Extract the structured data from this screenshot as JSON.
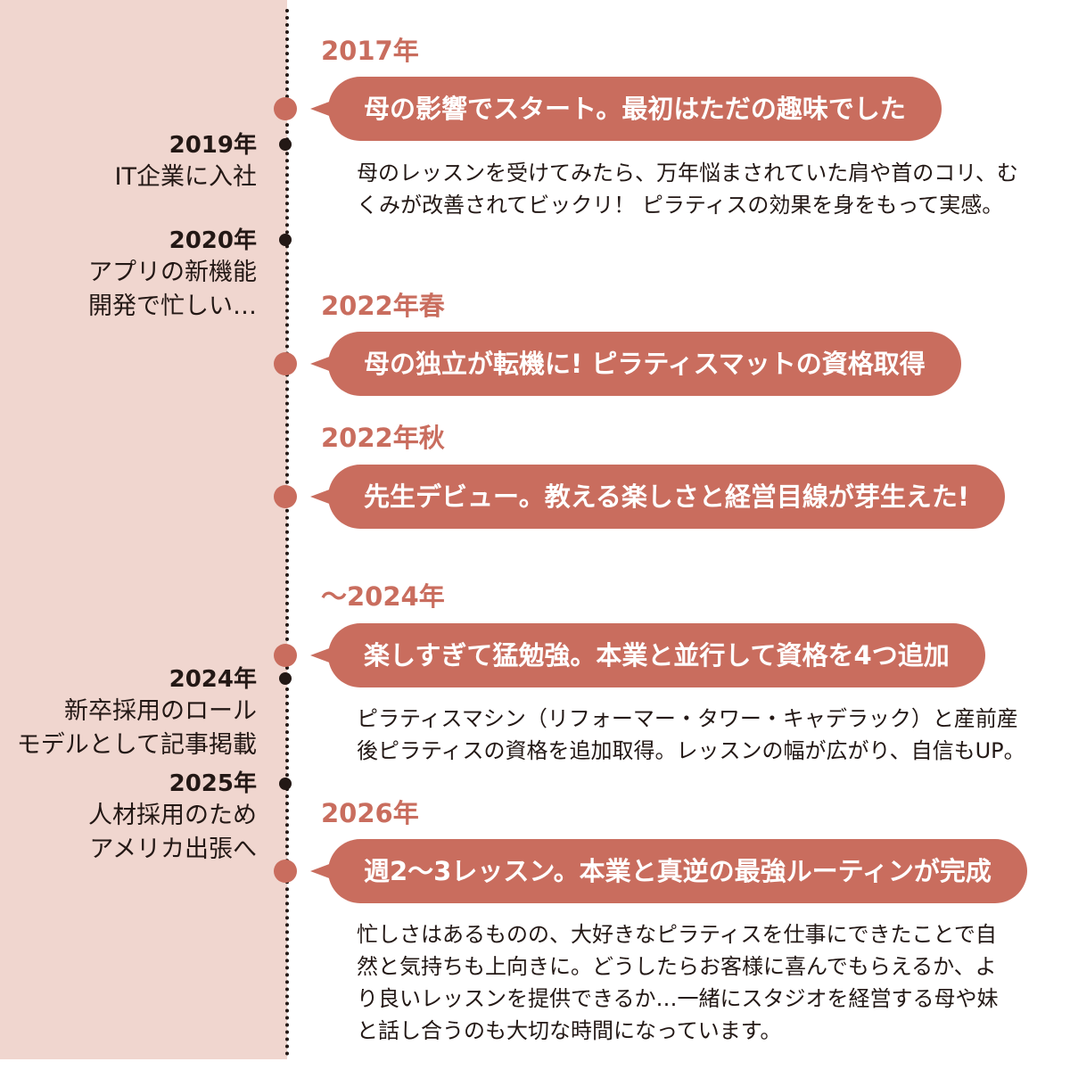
{
  "side_events": [
    {
      "year": "2019年",
      "desc": [
        "IT企業に入社"
      ]
    },
    {
      "year": "2020年",
      "desc": [
        "アプリの新機能",
        "開発で忙しい…"
      ]
    },
    {
      "year": "2024年",
      "desc": [
        "新卒採用のロール",
        "モデルとして記事掲載"
      ]
    },
    {
      "year": "2025年",
      "desc": [
        "人材採用のため",
        "アメリカ出張へ"
      ]
    }
  ],
  "main_events": [
    {
      "year": "2017年",
      "headline": "母の影響でスタート。最初はただの趣味でした",
      "body": [
        "母のレッスンを受けてみたら、万年悩まされていた肩や首のコリ、む",
        "くみが改善されてビックリ！ ピラティスの効果を身をもって実感。"
      ]
    },
    {
      "year": "2022年春",
      "headline": "母の独立が転機に! ピラティスマットの資格取得",
      "body": []
    },
    {
      "year": "2022年秋",
      "headline": "先生デビュー。教える楽しさと経営目線が芽生えた!",
      "body": []
    },
    {
      "year": "～2024年",
      "headline": "楽しすぎて猛勉強。本業と並行して資格を4つ追加",
      "body": [
        "ピラティスマシン（リフォーマー・タワー・キャデラック）と産前産",
        "後ピラティスの資格を追加取得。レッスンの幅が広がり、自信もUP。"
      ]
    },
    {
      "year": "2026年",
      "headline": "週2～3レッスン。本業と真逆の最強ルーティンが完成",
      "body": [
        "忙しさはあるものの、大好きなピラティスを仕事にできたことで自",
        "然と気持ちも上向きに。どうしたらお客様に喜んでもらえるか、よ",
        "り良いレッスンを提供できるか…一緒にスタジオを経営する母や妹",
        "と話し合うのも大切な時間になっています。"
      ]
    }
  ],
  "colors": {
    "accent": "#c96d5e",
    "panel": "#f0d6cf",
    "text": "#231815"
  }
}
